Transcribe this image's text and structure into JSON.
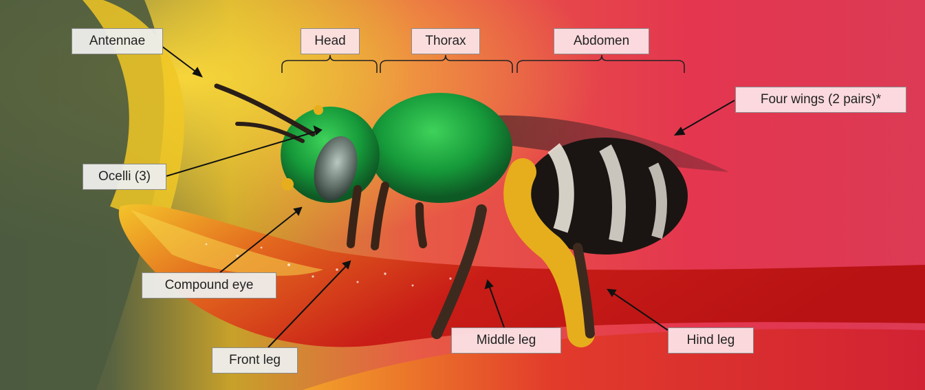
{
  "labels": {
    "antennae": "Antennae",
    "head": "Head",
    "thorax": "Thorax",
    "abdomen": "Abdomen",
    "wings": "Four wings (2 pairs)*",
    "ocelli": "Ocelli (3)",
    "compound_eye": "Compound eye",
    "front_leg": "Front leg",
    "middle_leg": "Middle leg",
    "hind_leg": "Hind leg"
  },
  "colors": {
    "background_green": "#4a5a3c",
    "petal_yellow": "#f2c21c",
    "petal_pink": "#e0344e",
    "petal_red": "#c81818",
    "bee_green": "#1f9a3a",
    "pollen_yellow": "#e9b21b",
    "label_grey": "#eeeeec",
    "label_pink": "#fce2e6"
  }
}
